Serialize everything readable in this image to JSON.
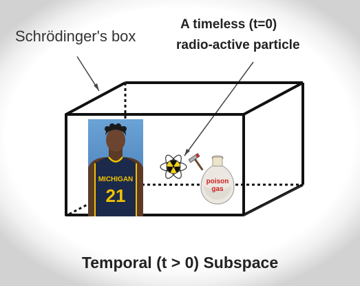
{
  "labels": {
    "box": "Schrödinger's box",
    "particle_line1": "A timeless (t=0)",
    "particle_line2": "radio-active particle",
    "subspace": "Temporal (t > 0) Subspace"
  },
  "photo": {
    "jersey_team": "MICHIGAN",
    "jersey_number": "21"
  },
  "flask": {
    "label": "poison\ngas"
  },
  "icons": [
    "radiation-atom-icon",
    "hammer-icon",
    "poison-flask-icon"
  ],
  "colors": {
    "line": "#111111",
    "jersey": "#1b2a4a",
    "jersey_trim": "#f2c200",
    "poison_text": "#cc2020"
  }
}
